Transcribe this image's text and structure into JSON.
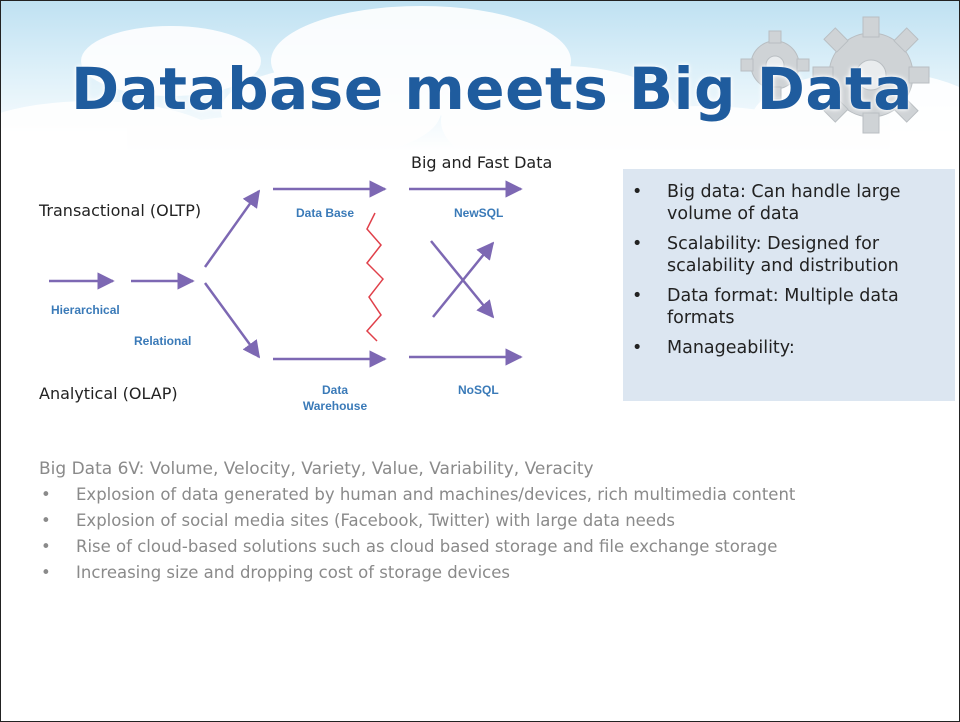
{
  "slide": {
    "title": "Database meets Big Data",
    "accent_color": "#1f5c9e",
    "icons": [
      "cloud-icon",
      "gear-icon"
    ]
  },
  "diagram": {
    "header": "Big and Fast Data",
    "row_labels": {
      "oltp": "Transactional (OLTP)",
      "olap": "Analytical (OLAP)"
    },
    "nodes": {
      "hierarchical": "Hierarchical",
      "relational": "Relational",
      "database": "Data Base",
      "newsql": "NewSQL",
      "warehouse_line1": "Data",
      "warehouse_line2": "Warehouse",
      "nosql": "NoSQL"
    },
    "colors": {
      "arrow": "#7d68b3",
      "divider": "#e0404a",
      "node_label": "#3a7ab8"
    }
  },
  "info_box": {
    "bullet": "•",
    "items": [
      "Big data: Can handle large volume of data",
      "Scalability: Designed for scalability and distribution",
      "Data format: Multiple data formats",
      "Manageability:"
    ]
  },
  "bottom": {
    "lead": "Big Data 6V: Volume, Velocity, Variety, Value, Variability, Veracity",
    "bullet": "•",
    "items": [
      "Explosion of data generated by human and machines/devices, rich multimedia content",
      "Explosion of social media sites (Facebook, Twitter) with large data needs",
      "Rise of cloud-based solutions such as cloud based storage and file exchange storage",
      "Increasing size and dropping cost of storage devices"
    ]
  }
}
